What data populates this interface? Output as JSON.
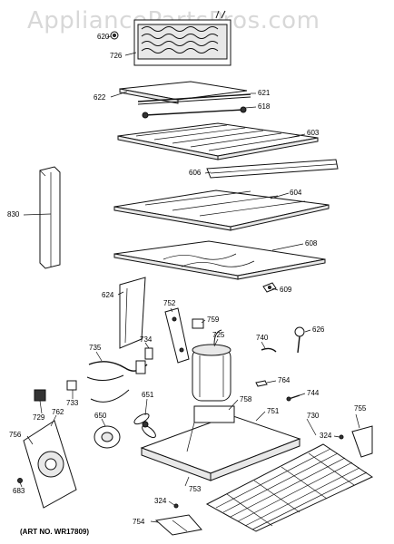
{
  "watermark": "AppliancePartsPros.com",
  "art_number": "(ART NO. WR17809)",
  "callouts": [
    {
      "id": "620",
      "text": "620"
    },
    {
      "id": "726",
      "text": "726"
    },
    {
      "id": "622",
      "text": "622"
    },
    {
      "id": "621",
      "text": "621"
    },
    {
      "id": "618",
      "text": "618"
    },
    {
      "id": "603",
      "text": "603"
    },
    {
      "id": "606",
      "text": "606"
    },
    {
      "id": "830",
      "text": "830"
    },
    {
      "id": "604",
      "text": "604"
    },
    {
      "id": "608",
      "text": "608"
    },
    {
      "id": "624",
      "text": "624"
    },
    {
      "id": "609",
      "text": "609"
    },
    {
      "id": "752",
      "text": "752"
    },
    {
      "id": "759",
      "text": "759"
    },
    {
      "id": "725",
      "text": "725"
    },
    {
      "id": "740",
      "text": "740"
    },
    {
      "id": "626",
      "text": "626"
    },
    {
      "id": "735",
      "text": "735"
    },
    {
      "id": "734",
      "text": "734"
    },
    {
      "id": "764",
      "text": "764"
    },
    {
      "id": "733",
      "text": "733"
    },
    {
      "id": "651",
      "text": "651"
    },
    {
      "id": "758",
      "text": "758"
    },
    {
      "id": "744",
      "text": "744"
    },
    {
      "id": "751",
      "text": "751"
    },
    {
      "id": "729",
      "text": "729"
    },
    {
      "id": "762",
      "text": "762"
    },
    {
      "id": "650",
      "text": "650"
    },
    {
      "id": "730",
      "text": "730"
    },
    {
      "id": "755",
      "text": "755"
    },
    {
      "id": "324a",
      "text": "324"
    },
    {
      "id": "756",
      "text": "756"
    },
    {
      "id": "683",
      "text": "683"
    },
    {
      "id": "753",
      "text": "753"
    },
    {
      "id": "324b",
      "text": "324"
    },
    {
      "id": "754",
      "text": "754"
    }
  ]
}
